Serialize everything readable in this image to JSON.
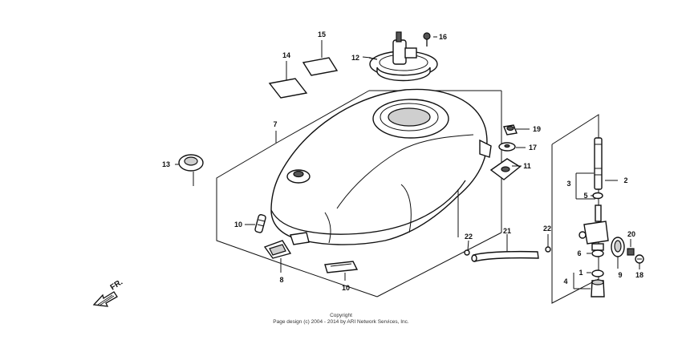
{
  "callouts": {
    "c1": "1",
    "c2": "2",
    "c3": "3",
    "c4": "4",
    "c5": "5",
    "c6": "6",
    "c7": "7",
    "c8": "8",
    "c9": "9",
    "c10a": "10",
    "c10b": "10",
    "c11": "11",
    "c12": "12",
    "c13": "13",
    "c14": "14",
    "c15": "15",
    "c16": "16",
    "c17": "17",
    "c18": "18",
    "c19": "19",
    "c20": "20",
    "c21": "21",
    "c22a": "22",
    "c22b": "22"
  },
  "direction_label": "FR.",
  "copyright": {
    "line1": "Copyright",
    "line2": "Page design (c) 2004 - 2014 by ARI Network Services, Inc."
  },
  "colors": {
    "line": "#111111",
    "background": "#ffffff"
  }
}
